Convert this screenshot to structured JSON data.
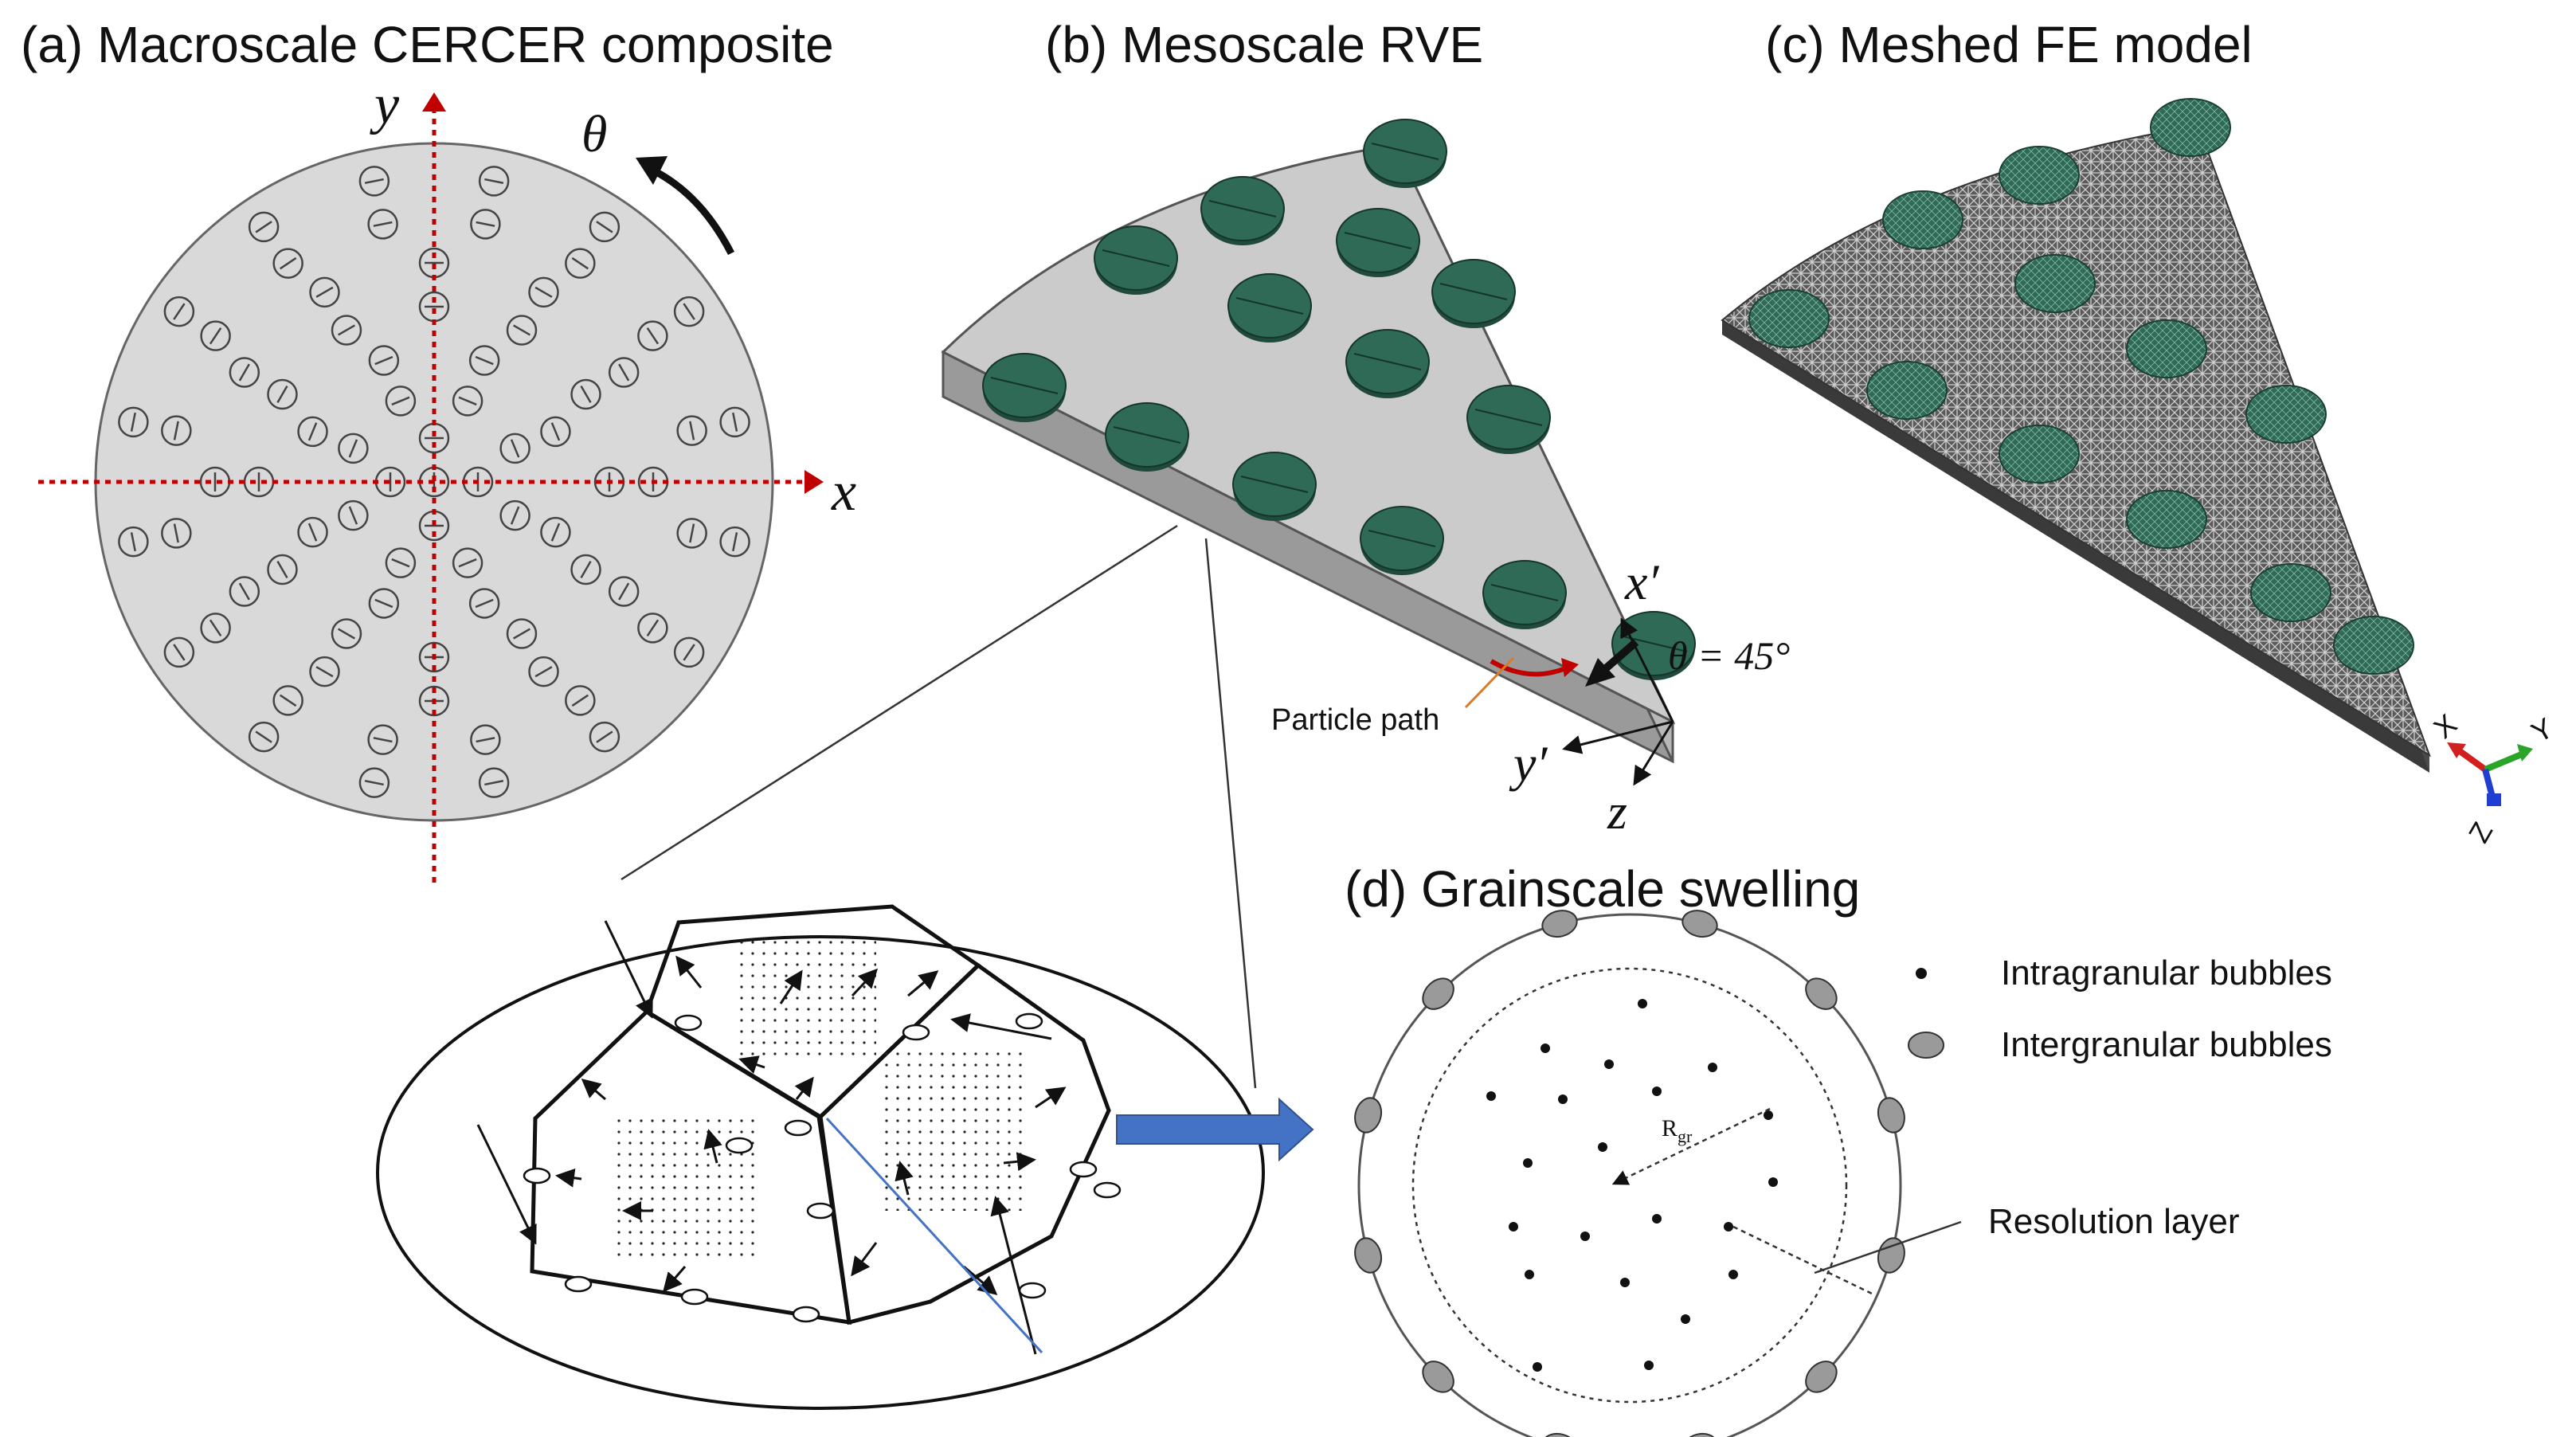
{
  "panels": {
    "a": {
      "title": "(a) Macroscale CERCER composite",
      "axis_x": "x",
      "axis_y": "y",
      "theta": "θ"
    },
    "b": {
      "title": "(b) Mesoscale RVE",
      "axis_xp": "x′",
      "axis_yp": "y′",
      "axis_z": "z",
      "theta_eq": "θ = 45°",
      "particle_path": "Particle path"
    },
    "c": {
      "title": "(c) Meshed FE model",
      "triad_x": "X",
      "triad_y": "Y",
      "triad_z": "Z"
    },
    "d": {
      "title": "(d) Grainscale swelling",
      "legend_intra": "Intragranular bubbles",
      "legend_inter": "Intergranular bubbles",
      "resolution_layer": "Resolution layer",
      "radius_label": "R",
      "radius_sub": "gr"
    }
  },
  "colors": {
    "matrix_gray": "#d9d9d9",
    "particle_green": "#2e6a55",
    "axis_red": "#c00000",
    "arrow_blue": "#4472c4",
    "bubble_gray": "#9a9a9a",
    "mesh_dark": "#4a4a4a",
    "triad_x": "#d21f1f",
    "triad_y": "#2aa52a",
    "triad_z": "#1f3fd2"
  }
}
